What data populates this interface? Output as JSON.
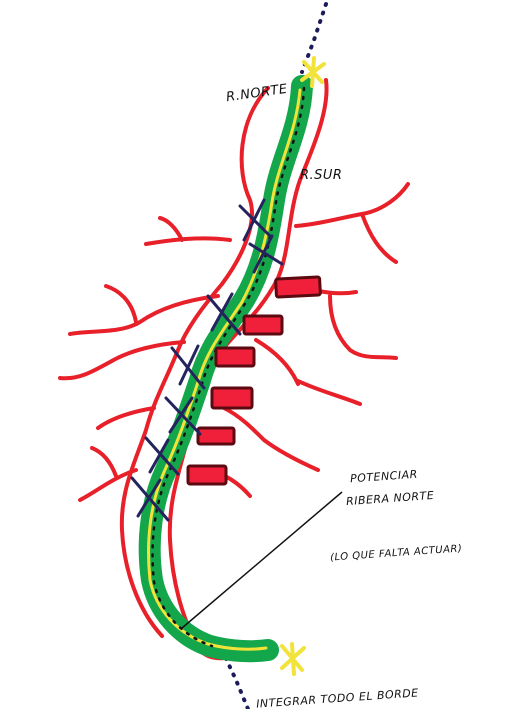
{
  "labels": {
    "north_bank": "R.NORTE",
    "south_bank": "R.SUR",
    "note_line1": "POTENCIAR",
    "note_line2": "RIBERA NORTE",
    "note_paren": "(LO QUE FALTA ACTUAR)",
    "bottom_note": "INTEGRAR TODO EL BORDE"
  },
  "colors": {
    "river_bank": "#e8202a",
    "green_corridor": "#14a64a",
    "path": "#f2e33a",
    "dotted_axis": "#1c1c5a",
    "crossing": "#23235e",
    "block_fill": "#f0203a",
    "block_outline": "#5a0a10",
    "end_marker": "#f2e33a"
  },
  "icons": {
    "crossing": "cross-mark-icon",
    "end_marker": "star-marker-icon"
  }
}
